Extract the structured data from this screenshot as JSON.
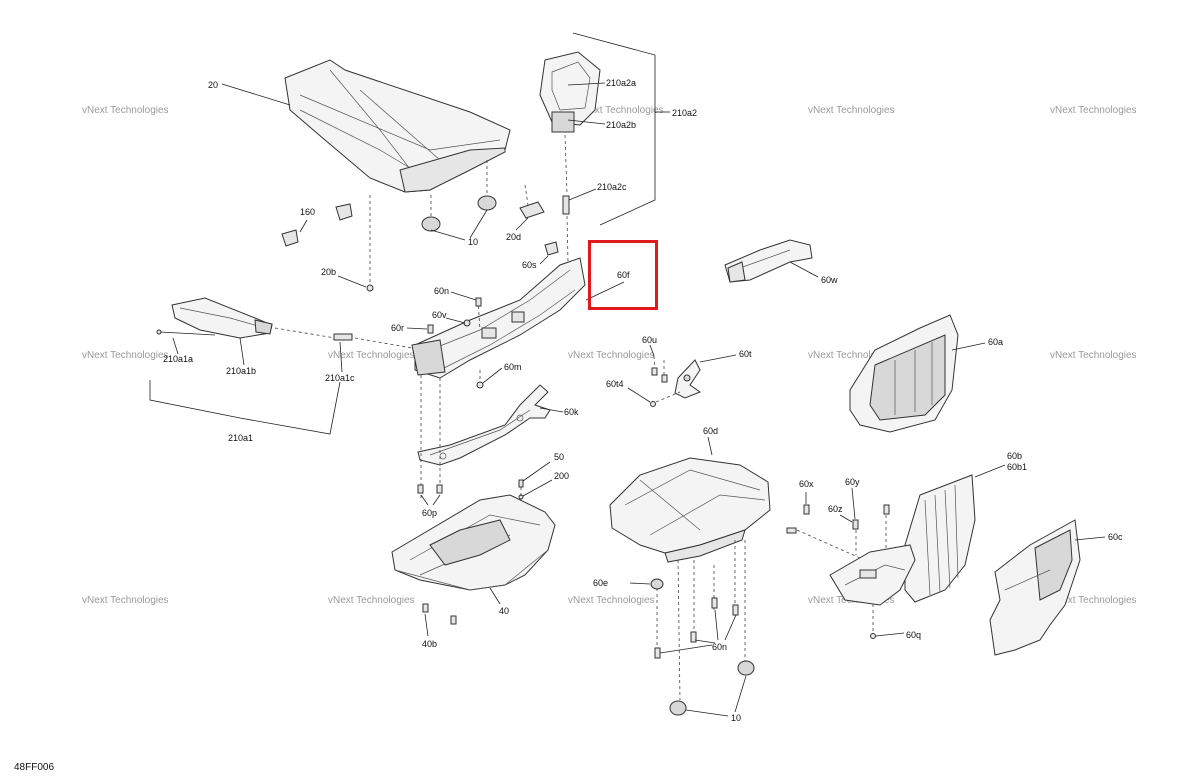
{
  "diagram_code": "48FF006",
  "watermark": "vNext Technologies",
  "callouts": {
    "c20": "20",
    "c210a2a": "210a2a",
    "c210a2b": "210a2b",
    "c210a2": "210a2",
    "c210a2c": "210a2c",
    "c160": "160",
    "c10_top": "10",
    "c20d": "20d",
    "c20b": "20b",
    "c60s": "60s",
    "c60f": "60f",
    "c60w": "60w",
    "c60n_top": "60n",
    "c60v": "60v",
    "c60r": "60r",
    "c210a1a": "210a1a",
    "c210a1b": "210a1b",
    "c210a1c": "210a1c",
    "c210a1": "210a1",
    "c60m": "60m",
    "c60u": "60u",
    "c60t": "60t",
    "c60t4": "60t4",
    "c60k": "60k",
    "c60a": "60a",
    "c60d": "60d",
    "c50": "50",
    "c200": "200",
    "c60p": "60p",
    "c40": "40",
    "c40b": "40b",
    "c60x": "60x",
    "c60y": "60y",
    "c60z": "60z",
    "c60b": "60b",
    "c60b1": "60b1",
    "c60c": "60c",
    "c60q": "60q",
    "c60n_bottom": "60n",
    "c10_bottom": "10",
    "c60e": "60e"
  },
  "highlight": {
    "target": "60f"
  },
  "colors": {
    "highlight": "#e0191d"
  }
}
